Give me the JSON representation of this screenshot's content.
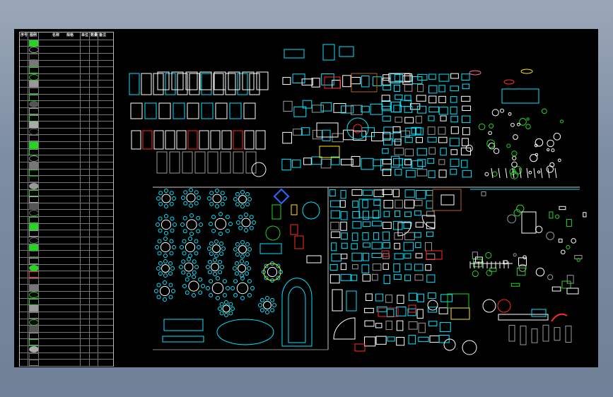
{
  "window": {
    "colors": {
      "background": "#000000",
      "frame": "#8796aa",
      "cyan": "#00e5ff",
      "white": "#ffffff",
      "yellow": "#ffe600",
      "green": "#26d426",
      "red": "#ff2a2a",
      "brown": "#b5651d",
      "grey": "#9a9a9a",
      "blue": "#2a6bff"
    }
  },
  "legend": {
    "headers": [
      "序号",
      "图例",
      "名称",
      "规格",
      "单位",
      "数量",
      "备注"
    ],
    "row_count": 48
  }
}
